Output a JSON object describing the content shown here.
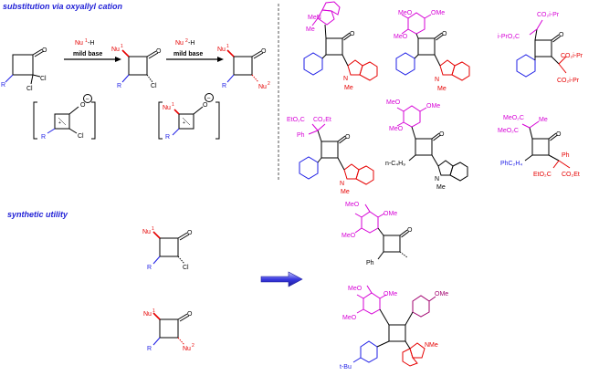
{
  "colors": {
    "title": "#1f1fd6",
    "magenta": "#d600d6",
    "red": "#e60000",
    "blue": "#1e1ee6",
    "black": "#000000",
    "arrow": "#2c2cd8"
  },
  "sections": {
    "top": "substitution via oxyallyl cation",
    "bottom": "synthetic utility"
  },
  "reagents": {
    "step1_nu": "Nu",
    "step1_sup": "1",
    "step1_tail": "-H",
    "step1_base": "mild base",
    "step2_nu": "Nu",
    "step2_sup": "2",
    "step2_tail": "-H",
    "step2_base": "mild base"
  },
  "atoms": {
    "O": "O",
    "Cl": "Cl",
    "R": "R",
    "Nu": "Nu",
    "sup1": "1",
    "sup2": "2",
    "Me": "Me",
    "MeN": "MeN",
    "NMe": "NMe",
    "N": "N",
    "MeO": "MeO",
    "OMe": "OMe",
    "Ph": "Ph",
    "tBu": "t-Bu",
    "PhC2H4": "PhC₂H₄",
    "nC4H9": "n-C₄H₉",
    "CO2iPr": "CO₂i-Pr",
    "iPrO2C": "i-PrO₂C",
    "CO2Et": "CO₂Et",
    "EtO2C": "EtO₂C",
    "MeO2C": "MeO₂C",
    "minus": "−",
    "plus": "+"
  }
}
